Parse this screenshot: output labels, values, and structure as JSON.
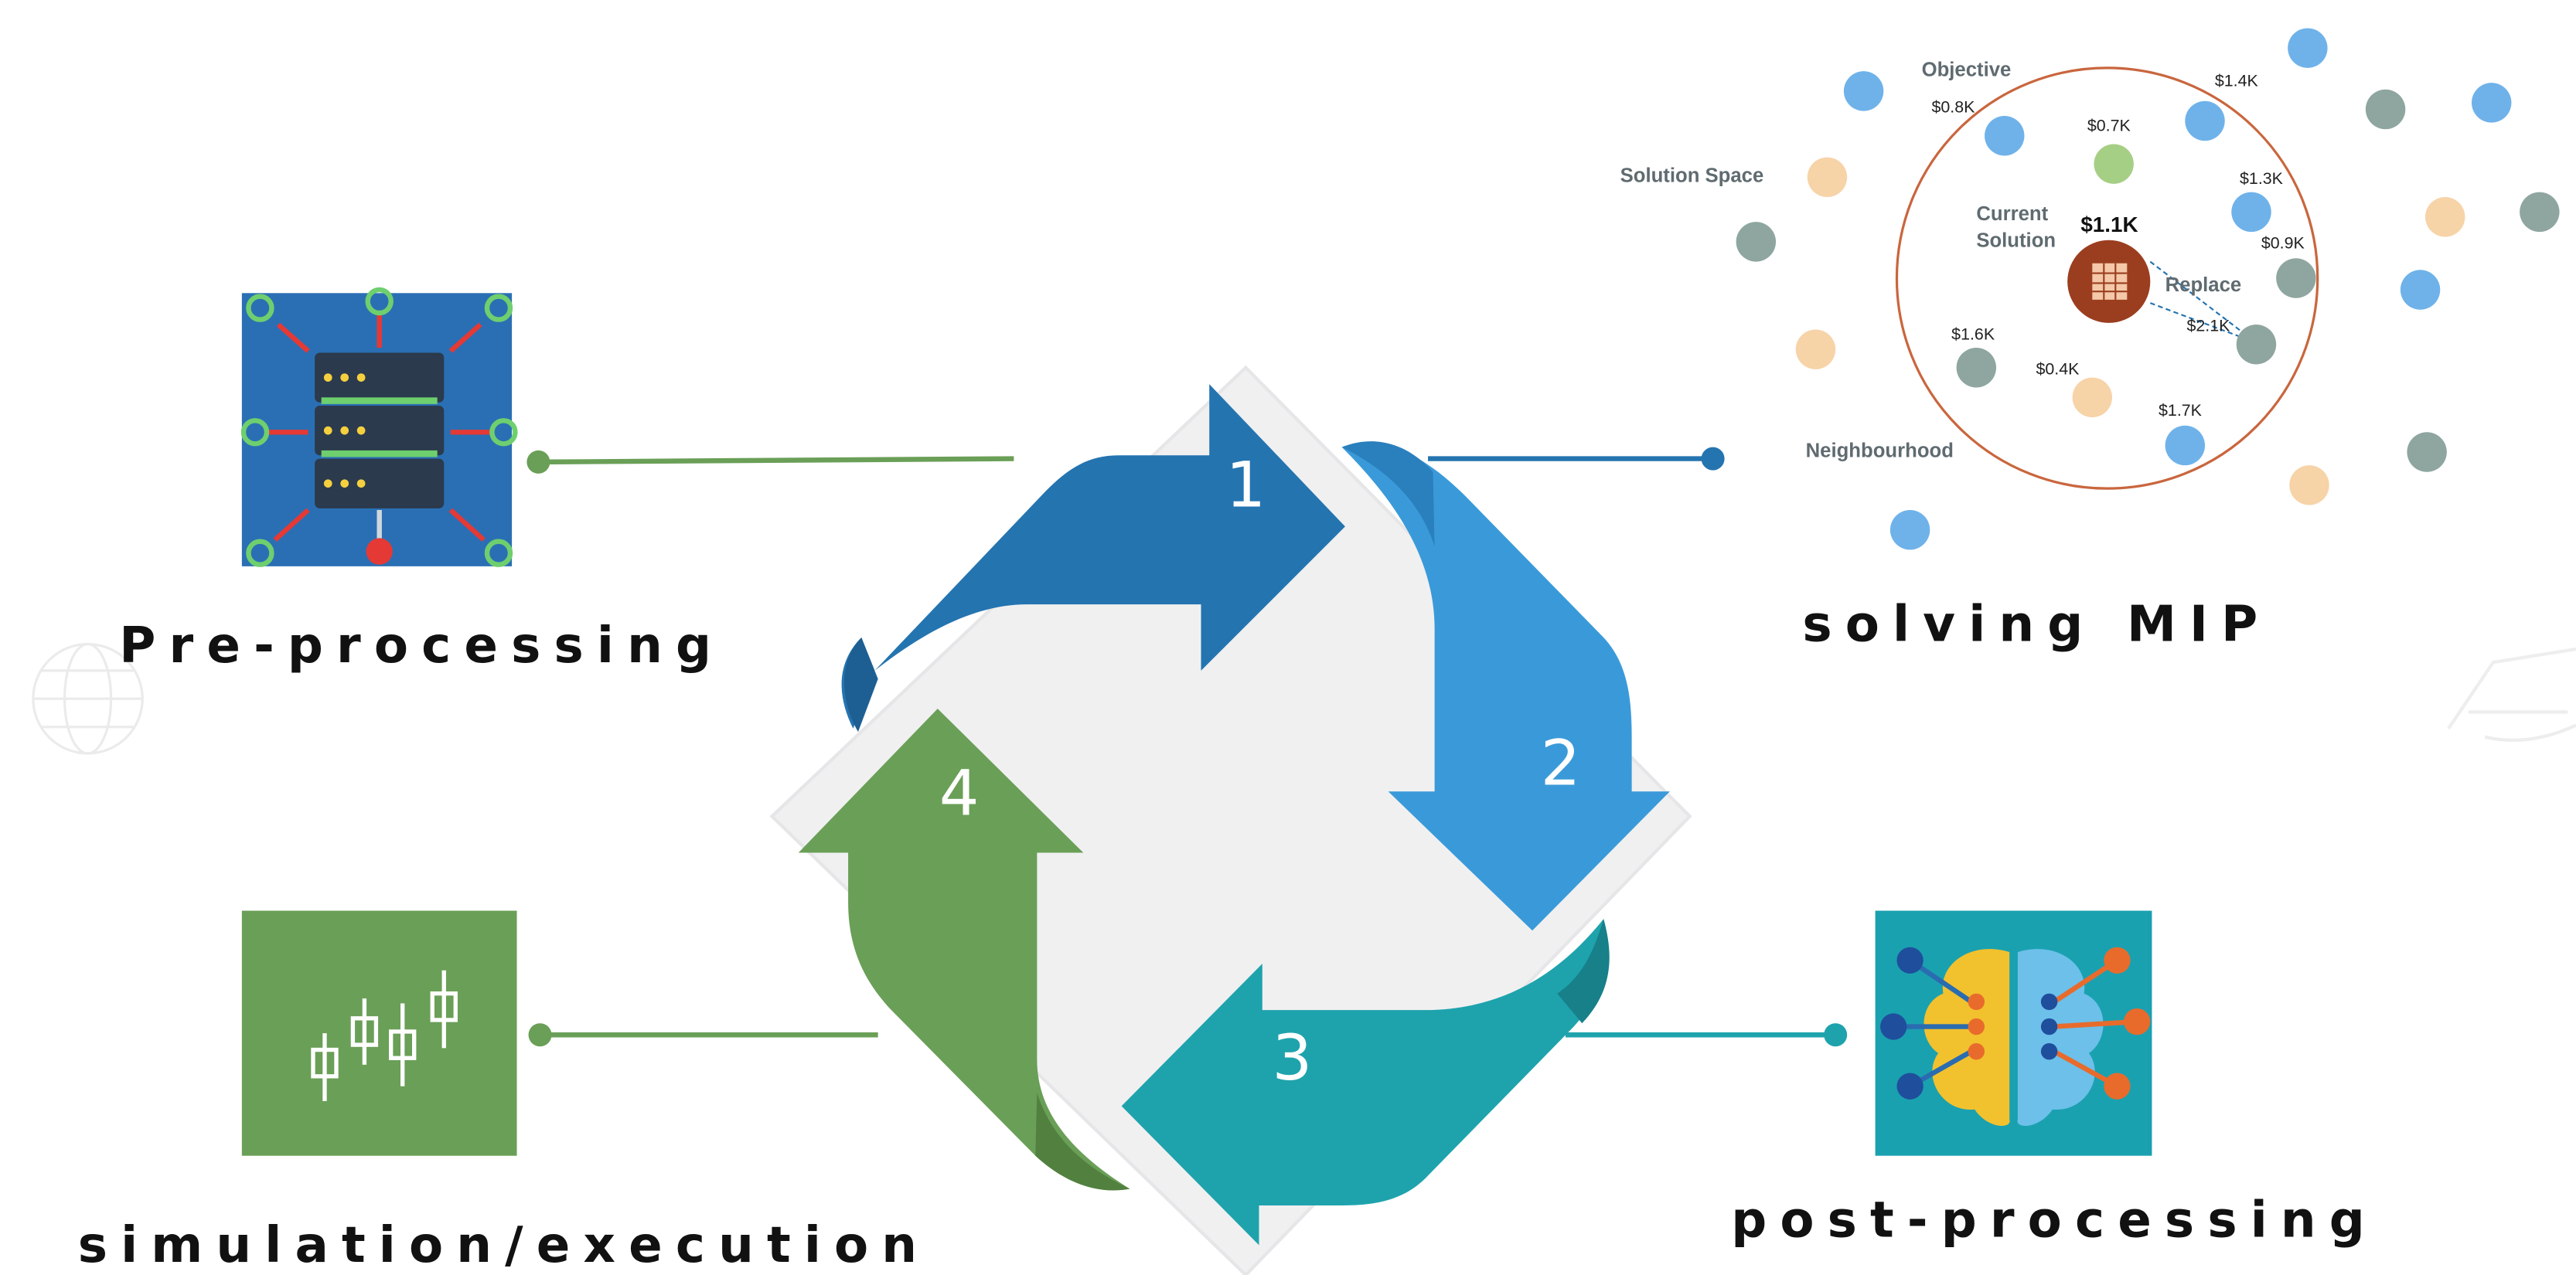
{
  "steps": [
    {
      "number": "1",
      "color": "#2474b0"
    },
    {
      "number": "2",
      "color": "#3a9ad9"
    },
    {
      "number": "3",
      "color": "#1ea3ad"
    },
    {
      "number": "4",
      "color": "#6a9f57"
    }
  ],
  "stages": {
    "pre_processing": "Pre-processing",
    "solving": "solving MIP",
    "post_processing": "post-processing",
    "simulation": "simulation/execution"
  },
  "mip_graphic": {
    "objective": "Objective",
    "solution_space": "Solution Space",
    "current_solution_line1": "Current",
    "current_solution_line2": "Solution",
    "current_value": "$1.1K",
    "replace": "Replace",
    "neighbourhood": "Neighbourhood",
    "values": {
      "v08": "$0.8K",
      "v14": "$1.4K",
      "v07": "$0.7K",
      "v13": "$1.3K",
      "v09": "$0.9K",
      "v21": "$2.1K",
      "v16": "$1.6K",
      "v04": "$0.4K",
      "v17": "$1.7K"
    }
  },
  "colors": {
    "blue_node": "#6fb2ea",
    "gray_node": "#8fa6a0",
    "orange_node": "#f7d3a8",
    "green_node": "#a6cf86",
    "current_node": "#9b3e1f",
    "neighbourhood_ring": "#c9663e",
    "center_square": "#f0f0f1"
  }
}
